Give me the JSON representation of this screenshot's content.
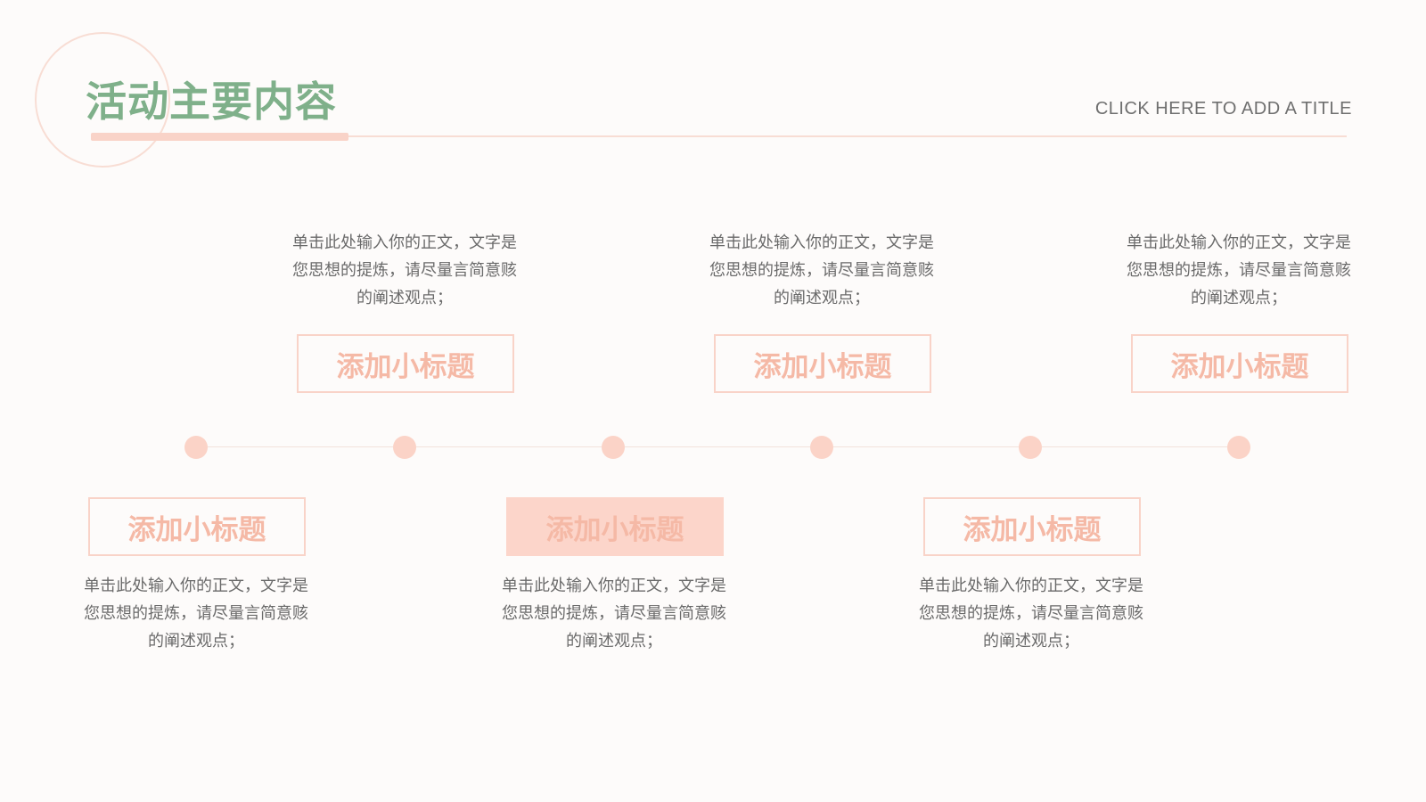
{
  "header": {
    "title": "活动主要内容",
    "subtitle": "CLICK HERE TO ADD A TITLE"
  },
  "colors": {
    "title_green": "#7fb08a",
    "accent_pink": "#f9d3c8",
    "subtitle_text_pink": "#f5b9a6",
    "background": "#fdfbfa"
  },
  "items": [
    {
      "heading": "添加小标题",
      "text": "单击此处输入你的正文，文字是您思想的提炼，请尽量言简意赅的阐述观点；",
      "filled": false
    },
    {
      "heading": "添加小标题",
      "text": "单击此处输入你的正文，文字是您思想的提炼，请尽量言简意赅的阐述观点；",
      "filled": false
    },
    {
      "heading": "添加小标题",
      "text": "单击此处输入你的正文，文字是您思想的提炼，请尽量言简意赅的阐述观点；",
      "filled": true
    },
    {
      "heading": "添加小标题",
      "text": "单击此处输入你的正文，文字是您思想的提炼，请尽量言简意赅的阐述观点；",
      "filled": false
    },
    {
      "heading": "添加小标题",
      "text": "单击此处输入你的正文，文字是您思想的提炼，请尽量言简意赅的阐述观点；",
      "filled": false
    },
    {
      "heading": "添加小标题",
      "text": "单击此处输入你的正文，文字是您思想的提炼，请尽量言简意赅的阐述观点；",
      "filled": false
    }
  ]
}
